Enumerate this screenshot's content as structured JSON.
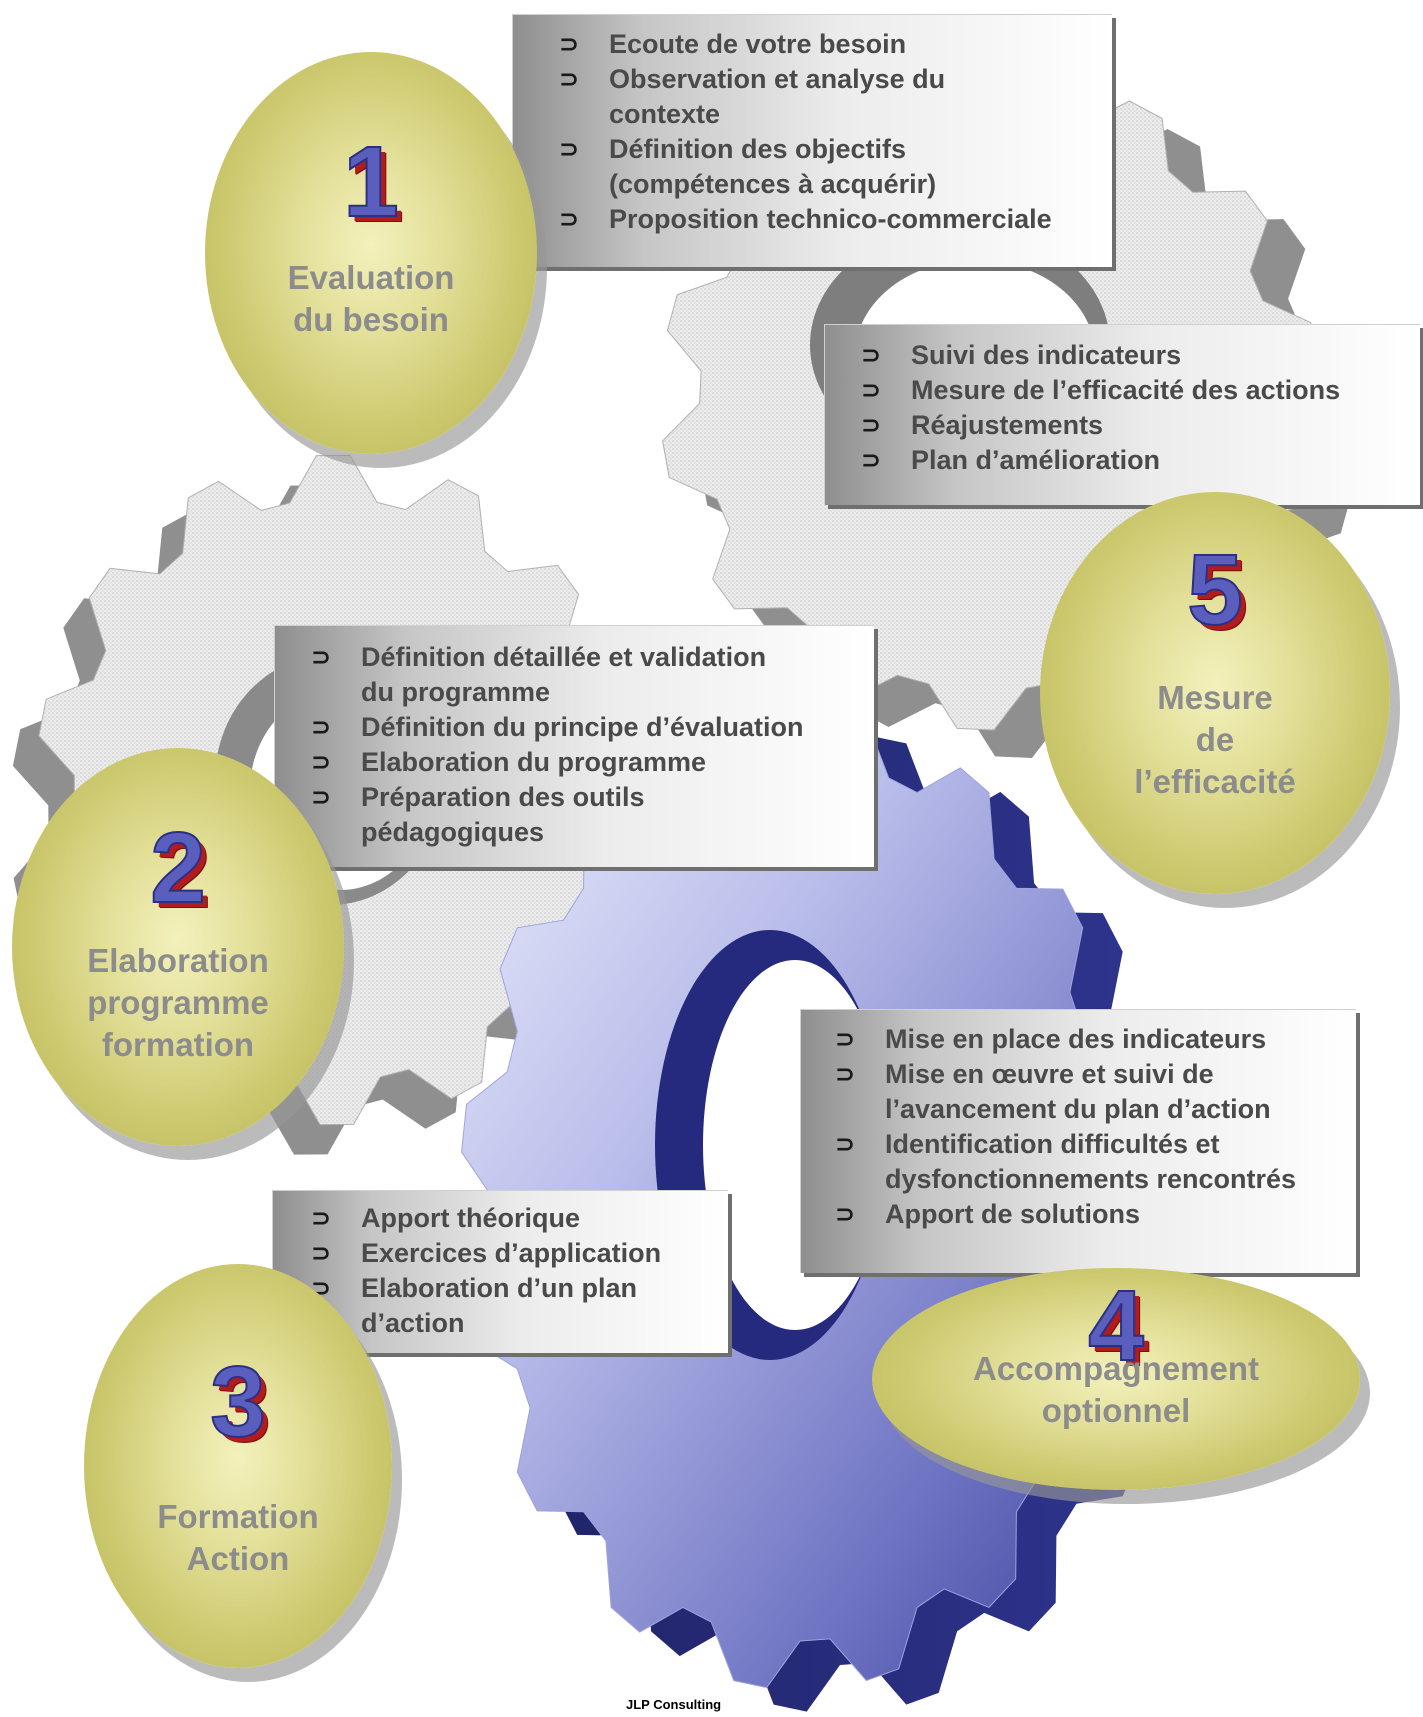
{
  "footer": "JLP Consulting",
  "steps": [
    {
      "number": "1",
      "label": [
        "Evaluation",
        "du besoin"
      ]
    },
    {
      "number": "2",
      "label": [
        "Elaboration",
        "programme",
        "formation"
      ]
    },
    {
      "number": "3",
      "label": [
        "Formation",
        "Action"
      ]
    },
    {
      "number": "4",
      "label": [
        "Accompagnement",
        "optionnel"
      ]
    },
    {
      "number": "5",
      "label": [
        "Mesure",
        "de",
        "l’efficacité"
      ]
    }
  ],
  "boxes": {
    "step1": [
      "Ecoute de votre besoin",
      "Observation et analyse du\ncontexte",
      "Définition des objectifs\n(compétences à acquérir)",
      "Proposition technico-commerciale"
    ],
    "step2": [
      "Définition détaillée et validation\ndu programme",
      "Définition du principe d’évaluation",
      "Elaboration du programme",
      "Préparation des outils\npédagogiques"
    ],
    "step3": [
      "Apport théorique",
      "Exercices d’application",
      "Elaboration d’un plan\nd’action"
    ],
    "step4": [
      "Mise en place des indicateurs",
      "Mise en œuvre et suivi  de\nl’avancement du plan d’action",
      "Identification difficultés et\ndysfonctionnements rencontrés",
      "Apport de solutions"
    ],
    "step5": [
      "Suivi des indicateurs",
      "Mesure de l’efficacité des actions",
      "Réajustements",
      "Plan d’amélioration"
    ]
  },
  "colors": {
    "gear_grey_light": "#e6e6e6",
    "gear_grey_side": "#9a9a9a",
    "gear_blue_light": "#c9cdf0",
    "gear_blue_dark": "#262a80",
    "ellipse_fill": "#d8d58a",
    "number_blue": "#5a5fbd",
    "number_shadow_red": "#b21c1c",
    "label_grey": "#8c8c8c"
  }
}
